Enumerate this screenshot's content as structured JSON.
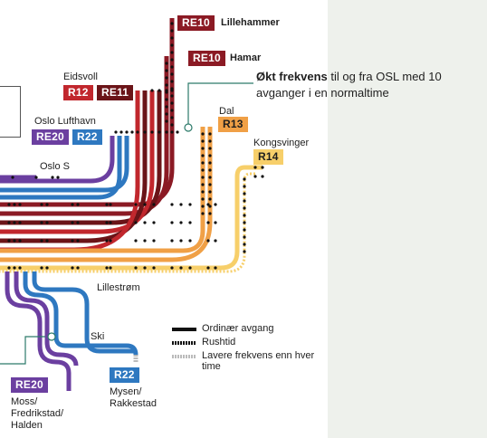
{
  "callout": {
    "bold": "Økt frekvens",
    "text": " til og fra OSL med 10 avganger i en normaltime"
  },
  "stations": {
    "lillehammer": "Lillehammer",
    "hamar": "Hamar",
    "eidsvoll": "Eidsvoll",
    "oslo_lufthavn": "Oslo Lufthavn",
    "oslo_s": "Oslo S",
    "dal": "Dal",
    "kongsvinger": "Kongsvinger",
    "lillestrom": "Lillestrøm",
    "ski": "Ski",
    "mysen": "Mysen/ Rakkestad",
    "moss": "Moss/ Fredrikstad/ Halden"
  },
  "lines": {
    "re10": {
      "label": "RE10",
      "color": "#8b1a24"
    },
    "re11": {
      "label": "RE11",
      "color": "#6b1418"
    },
    "r12": {
      "label": "R12",
      "color": "#c1272d"
    },
    "re20": {
      "label": "RE20",
      "color": "#6b3fa0"
    },
    "r22": {
      "label": "R22",
      "color": "#2e78c0"
    },
    "r13": {
      "label": "R13",
      "color": "#f0a046"
    },
    "r14": {
      "label": "R14",
      "color": "#f7cf6a"
    }
  },
  "legend": {
    "ordinary": "Ordinær avgang",
    "rush": "Rushtid",
    "lower": "Lavere frekvens enn hver time"
  },
  "colors": {
    "panel_bg": "#eef1ec",
    "callout_line": "#2c7a6a"
  }
}
